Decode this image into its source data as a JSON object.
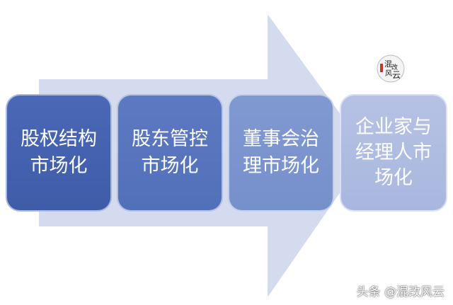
{
  "flow": {
    "steps": [
      {
        "label": "股权结构\n市场化",
        "color": "#4563b1"
      },
      {
        "label": "股东管控\n市场化",
        "color": "#5774bd"
      },
      {
        "label": "董事会治\n理市场化",
        "color": "#7b95ce"
      },
      {
        "label": "企业家与\n经理人市\n场化",
        "color": "#b0bde2"
      }
    ],
    "arrow_color": "#d5dcee"
  },
  "branding": {
    "logo_text": "混改风云",
    "watermark": "头条 @混改风云"
  }
}
